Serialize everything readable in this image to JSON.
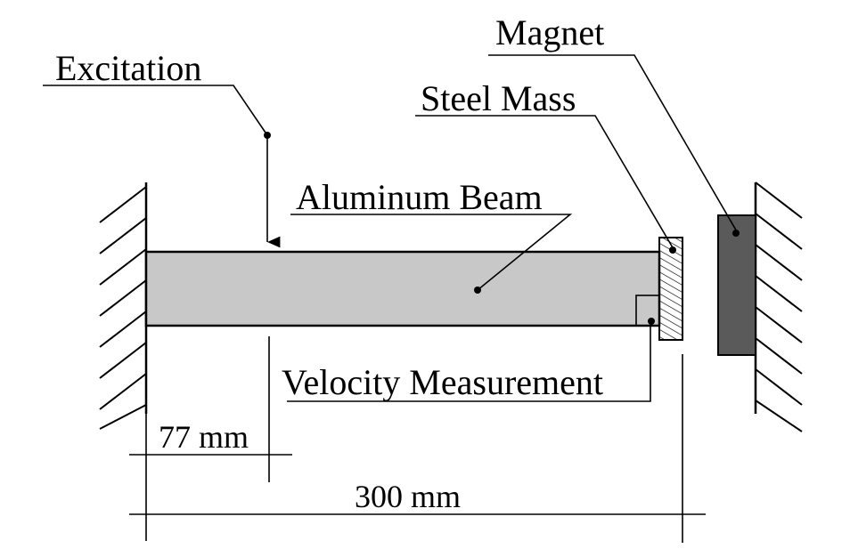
{
  "labels": {
    "excitation": "Excitation",
    "magnet": "Magnet",
    "steel_mass": "Steel Mass",
    "aluminum_beam": "Aluminum Beam",
    "velocity_measurement": "Velocity Measurement",
    "dim_77": "77 mm",
    "dim_300": "300 mm"
  },
  "colors": {
    "beam_fill": "#c8c8c8",
    "magnet_fill": "#5a5a5a",
    "steel_mass_hatch": "#000000",
    "line": "#000000",
    "background": "#ffffff"
  }
}
